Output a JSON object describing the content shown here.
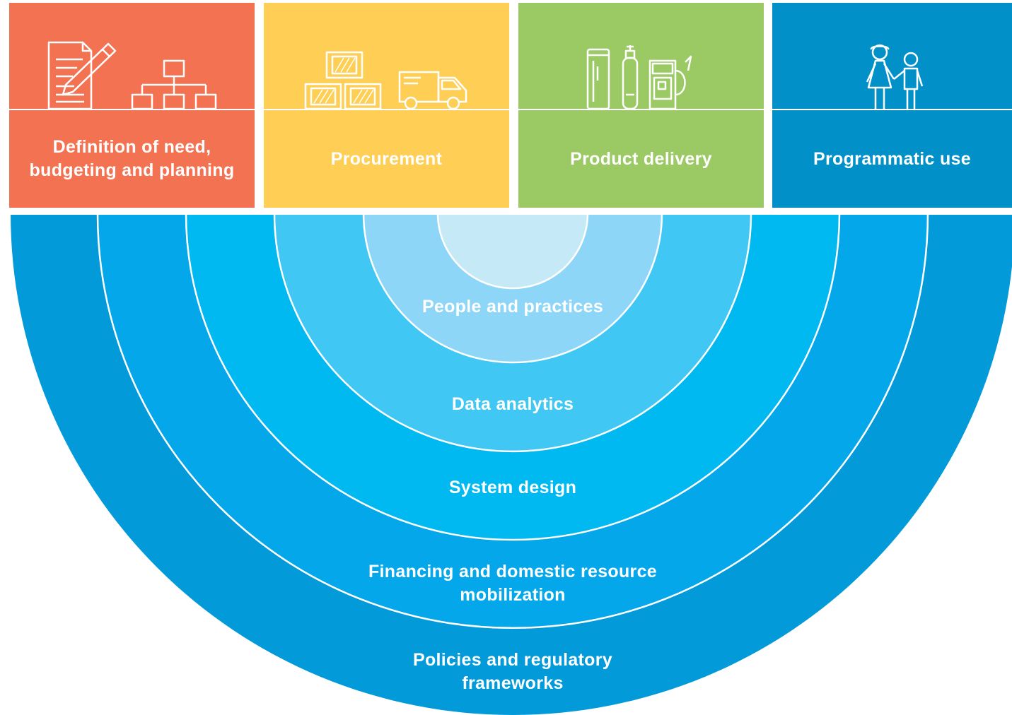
{
  "stages": [
    {
      "label": "Definition of need, budgeting and planning",
      "color": "#F37252",
      "icon": "planning-icon"
    },
    {
      "label": "Procurement",
      "color": "#FECE55",
      "icon": "procurement-icon"
    },
    {
      "label": "Product delivery",
      "color": "#9BCA65",
      "icon": "delivery-icon"
    },
    {
      "label": "Programmatic use",
      "color": "#0290C8",
      "icon": "family-icon"
    }
  ],
  "rings": [
    {
      "label": "Policies and regulatory frameworks",
      "color": "#039ADA"
    },
    {
      "label": "Financing and domestic resource mobilization",
      "color": "#03A7EA"
    },
    {
      "label": "System design",
      "color": "#00B9F1"
    },
    {
      "label": "Data analytics",
      "color": "#41C7F4"
    },
    {
      "label": "People and practices",
      "color": "#8DD6F7"
    }
  ],
  "core_color": "#C5E9F6"
}
